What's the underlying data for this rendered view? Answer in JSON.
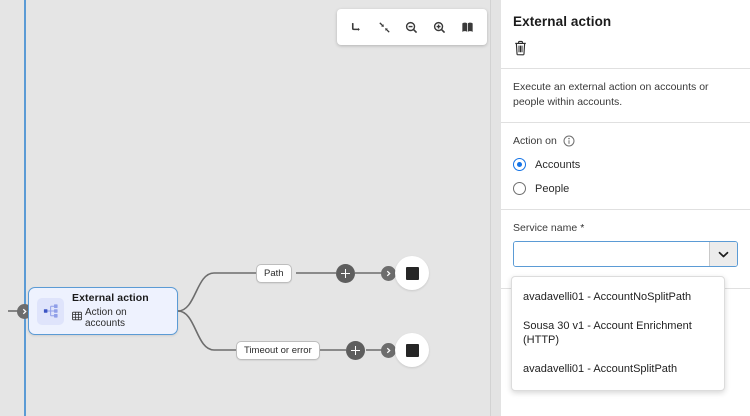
{
  "canvas": {
    "toolbar": {
      "buttons": [
        {
          "name": "undo-redo-arrow-icon",
          "label": "Undo"
        },
        {
          "name": "fit-to-screen-icon",
          "label": "Fit to screen"
        },
        {
          "name": "zoom-out-icon",
          "label": "Zoom out"
        },
        {
          "name": "zoom-in-icon",
          "label": "Zoom in"
        },
        {
          "name": "map-icon",
          "label": "Minimap"
        }
      ]
    },
    "node": {
      "title": "External action",
      "subtitle": "Action on accounts",
      "icon": "external-action-branch-icon",
      "subtitle_icon": "grid-table-icon",
      "border_color": "#5b9bd5",
      "background_color": "#eef2fe",
      "badge_color": "#dfe4fb"
    },
    "branches": [
      {
        "label": "Path",
        "add_label": "+",
        "terminator": "stop"
      },
      {
        "label": "Timeout or error",
        "add_label": "+",
        "terminator": "stop"
      }
    ]
  },
  "panel": {
    "title": "External action",
    "delete_icon": "trash-icon",
    "description": "Execute an external action on accounts or people within accounts.",
    "action_on": {
      "label": "Action on",
      "info_icon": "info-circle-icon",
      "options": [
        {
          "label": "Accounts",
          "selected": true
        },
        {
          "label": "People",
          "selected": false
        }
      ]
    },
    "service_name": {
      "label": "Service name",
      "required_mark": "*",
      "value": "",
      "placeholder": "",
      "arrow_icon": "chevron-down-icon",
      "focus_color": "#5b9bd5",
      "options": [
        "avadavelli01 - AccountNoSplitPath",
        "Sousa 30 v1 - Account Enrichment (HTTP)",
        "avadavelli01 - AccountSplitPath"
      ]
    }
  }
}
